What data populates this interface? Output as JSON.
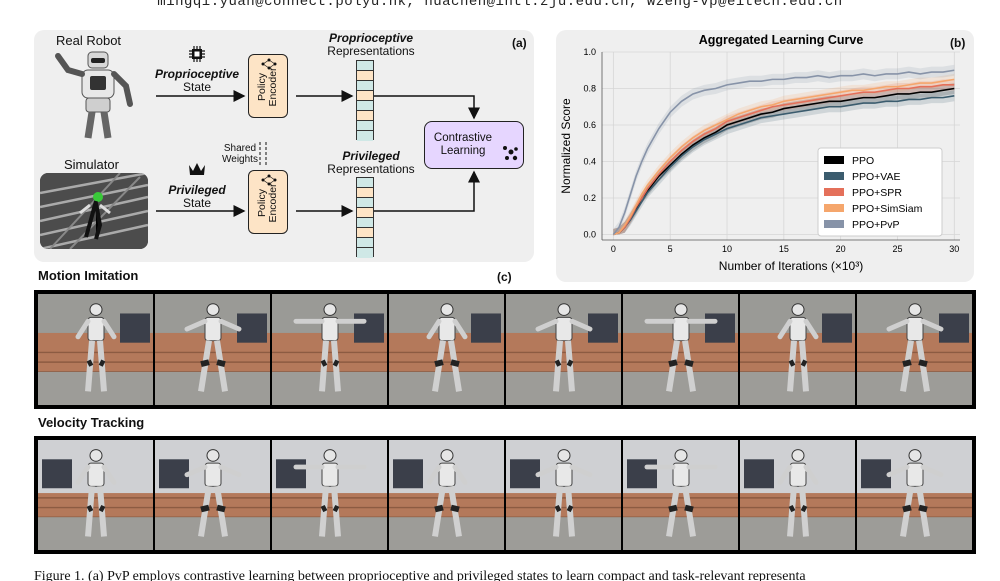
{
  "authors_line": "mingqi.yuan@connect.polyu.hk, huachen@intl.zju.edu.cn, wzeng-vp@eitech.edu.cn",
  "panel_a": {
    "letter": "(a)",
    "real_robot": "Real Robot",
    "simulator": "Simulator",
    "proprio_state_italic": "Proprioceptive",
    "proprio_state_word": "State",
    "priv_state_italic": "Privileged",
    "priv_state_word": "State",
    "encoder_line1": "Policy",
    "encoder_line2": "Encoder",
    "shared_weights_1": "Shared",
    "shared_weights_2": "Weights",
    "proprio_rep_italic": "Proprioceptive",
    "proprio_rep_word": "Representations",
    "priv_rep_italic": "Privileged",
    "priv_rep_word": "Representations",
    "contrastive_1": "Contrastive",
    "contrastive_2": "Learning",
    "rep_colors": [
      "#cfe8e6",
      "#fde4c6",
      "#cfe8e6",
      "#fde4c6",
      "#cfe8e6",
      "#fde4c6",
      "#cfe8e6",
      "#cfe8e6"
    ]
  },
  "panel_b": {
    "letter": "(b)"
  },
  "panel_c": {
    "letter": "(c)"
  },
  "chart_data": {
    "type": "line",
    "title": "Aggregated Learning Curve",
    "xlabel": "Number of Iterations (×10³)",
    "ylabel": "Normalized Score",
    "xlim": [
      -1,
      30.5
    ],
    "ylim": [
      -0.03,
      1.0
    ],
    "xticks": [
      0,
      5,
      10,
      15,
      20,
      25,
      30
    ],
    "yticks": [
      0.0,
      0.2,
      0.4,
      0.6,
      0.8,
      1.0
    ],
    "grid": true,
    "legend_position": "center-right",
    "x": [
      0,
      0.5,
      1,
      1.5,
      2,
      2.5,
      3,
      4,
      5,
      6,
      7,
      8,
      9,
      10,
      11,
      12,
      13,
      14,
      15,
      16,
      17,
      18,
      19,
      20,
      21,
      22,
      23,
      24,
      25,
      26,
      27,
      28,
      29,
      30
    ],
    "series": [
      {
        "name": "PPO",
        "color": "#000000",
        "values": [
          0.0,
          0.01,
          0.04,
          0.09,
          0.14,
          0.2,
          0.24,
          0.32,
          0.38,
          0.44,
          0.49,
          0.53,
          0.56,
          0.6,
          0.62,
          0.64,
          0.66,
          0.67,
          0.69,
          0.7,
          0.71,
          0.72,
          0.73,
          0.73,
          0.74,
          0.75,
          0.75,
          0.76,
          0.77,
          0.77,
          0.78,
          0.78,
          0.79,
          0.8
        ]
      },
      {
        "name": "PPO+VAE",
        "color": "#3b5c6e",
        "values": [
          0.0,
          0.01,
          0.04,
          0.08,
          0.13,
          0.18,
          0.23,
          0.3,
          0.37,
          0.43,
          0.48,
          0.52,
          0.55,
          0.58,
          0.6,
          0.62,
          0.64,
          0.65,
          0.66,
          0.67,
          0.68,
          0.69,
          0.7,
          0.7,
          0.71,
          0.72,
          0.72,
          0.73,
          0.73,
          0.74,
          0.74,
          0.75,
          0.75,
          0.76
        ]
      },
      {
        "name": "PPO+SPR",
        "color": "#e4705a",
        "values": [
          0.0,
          0.01,
          0.04,
          0.09,
          0.15,
          0.2,
          0.25,
          0.33,
          0.4,
          0.46,
          0.51,
          0.55,
          0.58,
          0.62,
          0.64,
          0.66,
          0.68,
          0.7,
          0.71,
          0.72,
          0.73,
          0.74,
          0.75,
          0.76,
          0.77,
          0.78,
          0.78,
          0.79,
          0.8,
          0.8,
          0.81,
          0.81,
          0.82,
          0.82
        ]
      },
      {
        "name": "PPO+SimSiam",
        "color": "#f5a66c",
        "values": [
          0.0,
          0.01,
          0.05,
          0.1,
          0.16,
          0.22,
          0.27,
          0.35,
          0.42,
          0.48,
          0.53,
          0.57,
          0.6,
          0.63,
          0.66,
          0.68,
          0.7,
          0.71,
          0.73,
          0.74,
          0.75,
          0.76,
          0.77,
          0.78,
          0.79,
          0.79,
          0.8,
          0.81,
          0.81,
          0.82,
          0.83,
          0.83,
          0.84,
          0.85
        ]
      },
      {
        "name": "PPO+PvP",
        "color": "#8793a8",
        "values": [
          0.0,
          0.04,
          0.12,
          0.22,
          0.32,
          0.4,
          0.47,
          0.58,
          0.67,
          0.73,
          0.77,
          0.79,
          0.8,
          0.82,
          0.83,
          0.84,
          0.84,
          0.85,
          0.85,
          0.86,
          0.86,
          0.87,
          0.86,
          0.87,
          0.87,
          0.88,
          0.87,
          0.88,
          0.88,
          0.89,
          0.88,
          0.89,
          0.89,
          0.9
        ]
      }
    ]
  },
  "motion_imitation": {
    "title": "Motion Imitation"
  },
  "velocity_tracking": {
    "title": "Velocity Tracking"
  },
  "caption": "Figure 1. (a) PvP employs contrastive learning between proprioceptive and privileged states to learn compact and task-relevant representa"
}
